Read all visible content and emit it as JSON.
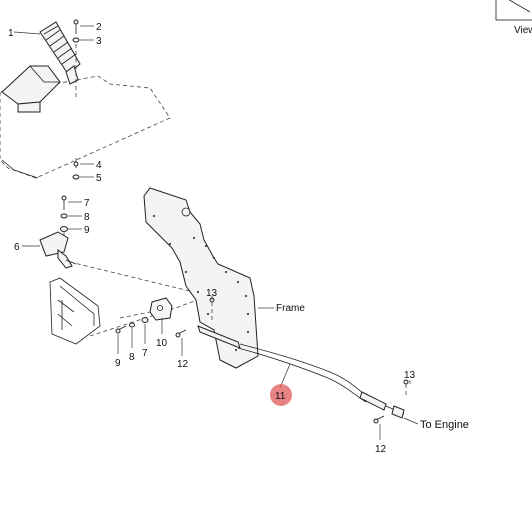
{
  "callouts": {
    "c1": "1",
    "c2": "2",
    "c3": "3",
    "c4": "4",
    "c5": "5",
    "c6": "6",
    "c7a": "7",
    "c8a": "8",
    "c9a": "9",
    "c9b": "9",
    "c8b": "8",
    "c7b": "7",
    "c10": "10",
    "c12a": "12",
    "c13a": "13",
    "c11": "11",
    "c13b": "13",
    "c12b": "12"
  },
  "labels": {
    "frame": "Frame",
    "to_engine": "To Engine",
    "view": "View"
  },
  "colors": {
    "highlight": "#e05a5a",
    "line": "#222222"
  }
}
